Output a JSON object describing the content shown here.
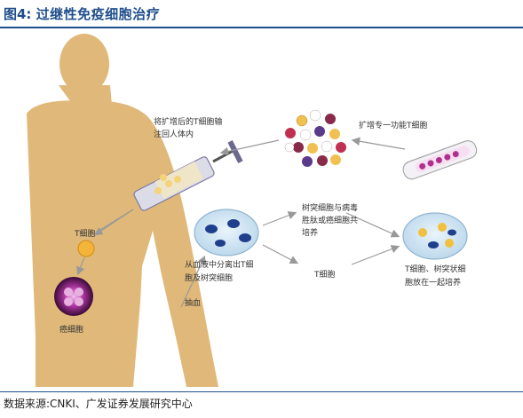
{
  "title": {
    "figure_no": "图4:",
    "text": "过继性免疫细胞治疗"
  },
  "labels": {
    "reinfuse": [
      "将扩增后的T细胞输",
      "注回人体内"
    ],
    "expand": "扩增专一功能T细胞",
    "t_cell": "T细胞",
    "cancer_cell": "癌细胞",
    "separate": [
      "从血液中分离出T细",
      "胞及树突细胞"
    ],
    "draw_blood": "抽血",
    "dc_culture": [
      "树突细胞与病毒",
      "胜肽或癌细胞共",
      "培养"
    ],
    "t_cell_mid": "T细胞",
    "coculture": [
      "T细胞、树突状细",
      "胞放在一起培养"
    ]
  },
  "source": "数据来源:CNKI、广发证券发展研究中心",
  "colors": {
    "title_blue": "#1f4e8c",
    "body": "#e0b97a",
    "arrow": "#999999"
  }
}
